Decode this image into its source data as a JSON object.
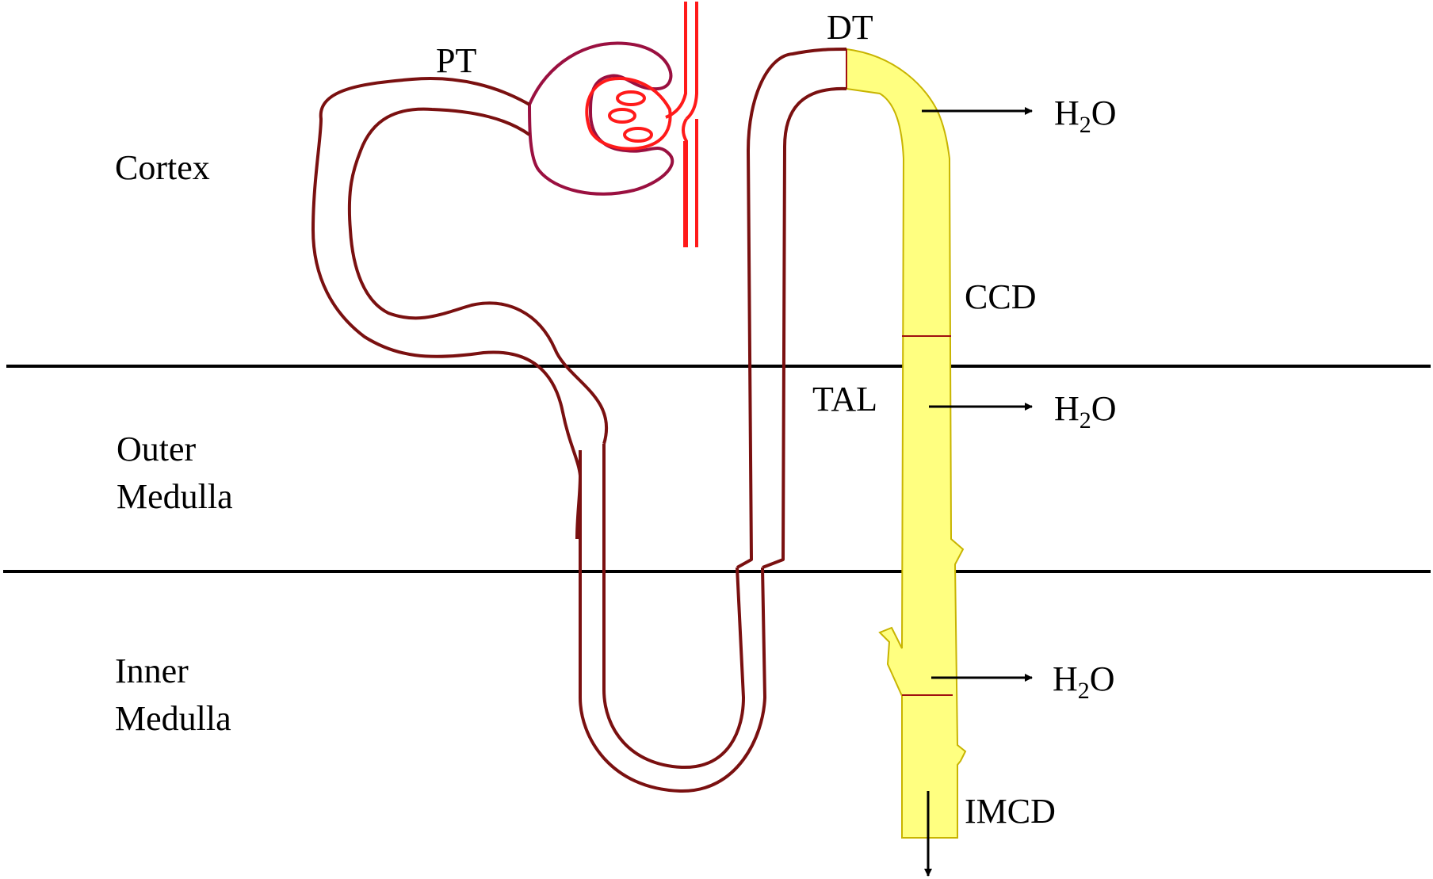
{
  "zones": {
    "cortex": "Cortex",
    "outer_medulla": [
      "Outer",
      "Medulla"
    ],
    "inner_medulla": [
      "Inner",
      "Medulla"
    ]
  },
  "segments": {
    "pt": "PT",
    "dt": "DT",
    "tal": "TAL",
    "ccd": "CCD",
    "imcd": "IMCD"
  },
  "water": {
    "symbol_h": "H",
    "symbol_sub": "2",
    "symbol_o": "O"
  },
  "colors": {
    "tubule_outline": "#7a1010",
    "glomerulus": "#ff1a1a",
    "bowman_capsule": "#9a1040",
    "collecting_duct_fill": "#ffff80",
    "collecting_duct_outline": "#c8b400",
    "zone_line": "#000000"
  }
}
